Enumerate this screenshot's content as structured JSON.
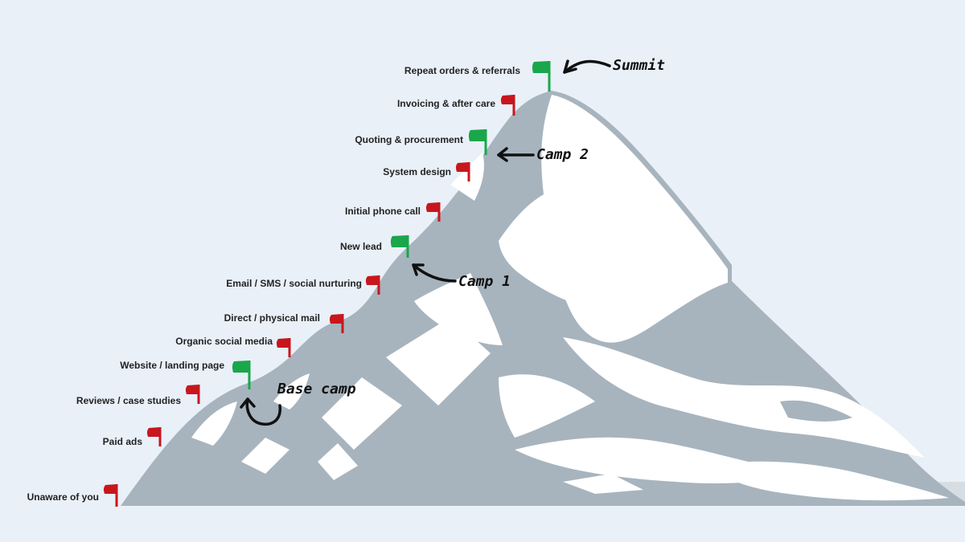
{
  "stages": [
    {
      "id": "unaware",
      "label": "Unaware of you",
      "flag": "red"
    },
    {
      "id": "paid-ads",
      "label": "Paid ads",
      "flag": "red"
    },
    {
      "id": "reviews",
      "label": "Reviews / case studies",
      "flag": "red"
    },
    {
      "id": "website",
      "label": "Website / landing page",
      "flag": "green"
    },
    {
      "id": "organic-social",
      "label": "Organic social media",
      "flag": "red"
    },
    {
      "id": "direct-mail",
      "label": "Direct / physical mail",
      "flag": "red"
    },
    {
      "id": "nurturing",
      "label": "Email / SMS / social nurturing",
      "flag": "red"
    },
    {
      "id": "new-lead",
      "label": "New lead",
      "flag": "green"
    },
    {
      "id": "phone-call",
      "label": "Initial phone call",
      "flag": "red"
    },
    {
      "id": "system-design",
      "label": "System design",
      "flag": "red"
    },
    {
      "id": "quoting",
      "label": "Quoting & procurement",
      "flag": "green"
    },
    {
      "id": "invoicing",
      "label": "Invoicing & after care",
      "flag": "red"
    },
    {
      "id": "repeat",
      "label": "Repeat orders & referrals",
      "flag": "green"
    }
  ],
  "camps": {
    "base": "Base camp",
    "camp1": "Camp 1",
    "camp2": "Camp 2",
    "summit": "Summit"
  },
  "colors": {
    "background": "#e9f0f8",
    "mountain_rock": "#a7b4be",
    "snow": "#ffffff",
    "flag_red": "#c8161d",
    "flag_green": "#1aa64a",
    "ink": "#111111"
  }
}
